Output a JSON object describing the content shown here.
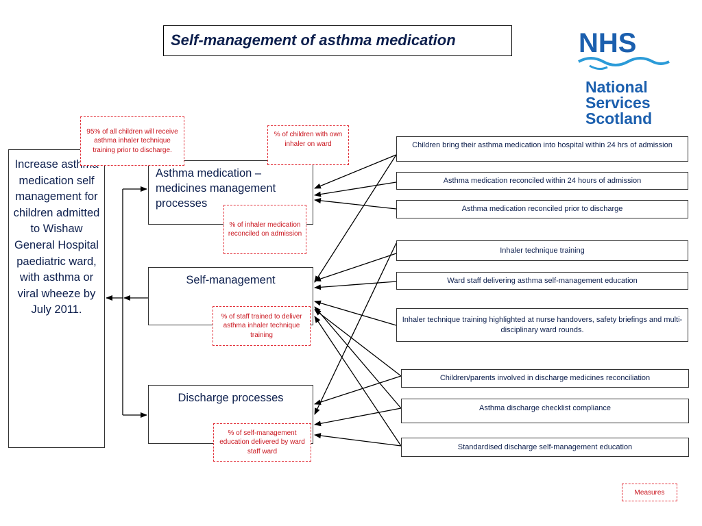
{
  "title": "Self-management of asthma medication",
  "logo": {
    "nhs": "NHS",
    "line1": "National",
    "line2": "Services",
    "line3": "Scotland",
    "brand_color": "#1b5fae"
  },
  "aim": "Increase asthma medication self management for children admitted to Wishaw General Hospital paediatric ward, with asthma or viral wheeze by July 2011.",
  "primary_drivers": [
    "Asthma medication – medicines management processes",
    "Self-management",
    "Discharge processes"
  ],
  "change_ideas": [
    "Children bring their asthma medication into hospital within 24 hrs of admission",
    "Asthma medication reconciled within 24 hours of admission",
    "Asthma medication reconciled prior to discharge",
    "Inhaler technique training",
    "Ward staff delivering asthma self-management education",
    "Inhaler technique training highlighted at nurse handovers, safety briefings and multi-disciplinary ward rounds.",
    "Children/parents involved in discharge medicines reconciliation",
    "Asthma discharge checklist compliance",
    "Standardised discharge self-management education"
  ],
  "measures": [
    "95% of all children will receive asthma inhaler technique training prior to discharge.",
    "% of children with own inhaler on ward",
    "% of inhaler medication reconciled on admission",
    "% of staff trained to deliver asthma inhaler technique training",
    "% of self-management education delivered by ward staff ward"
  ],
  "legend_label": "Measures",
  "colors": {
    "text": "#0d1f4d",
    "measure": "#c9141d",
    "measure_border": "#e2313a"
  }
}
